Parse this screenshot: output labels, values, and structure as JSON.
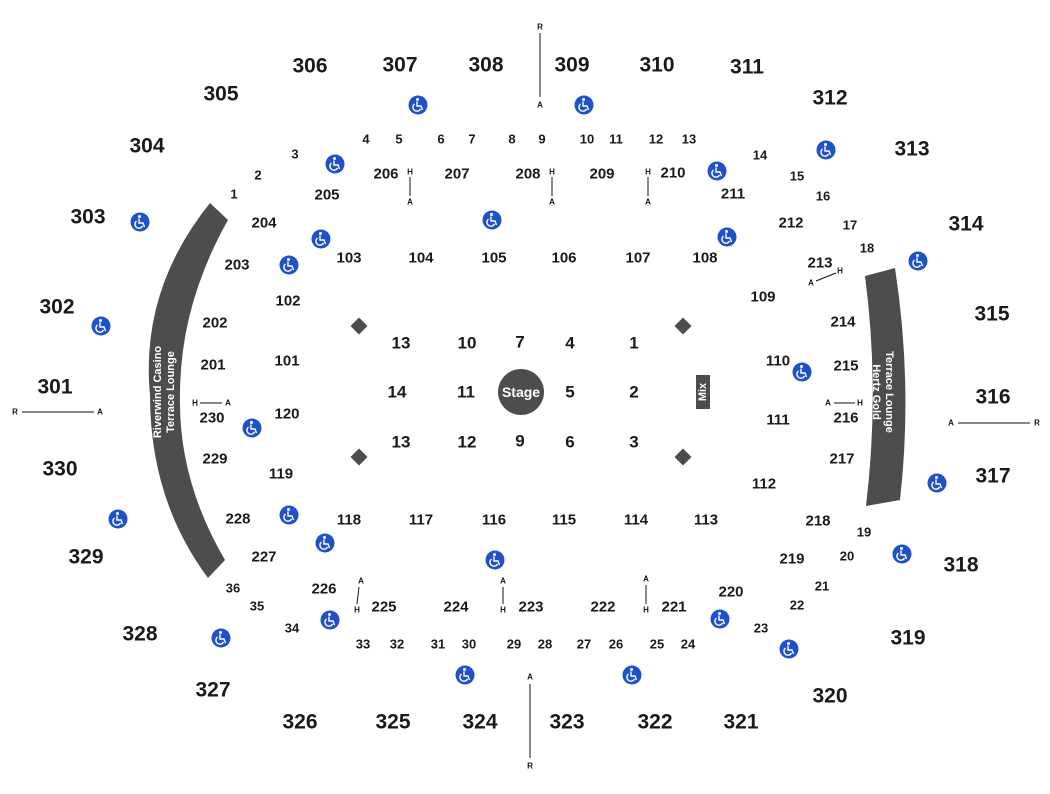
{
  "colors": {
    "shape": "#4d4d4d",
    "accessible": "#1f52c9",
    "text": "#1a1a1a",
    "background": "#ffffff"
  },
  "icon_names": {
    "accessible_seating": "wheelchair-icon"
  },
  "stage_label": "Stage",
  "mix_label": "Mix",
  "lounges": {
    "left": "Riverwind Casino Terrace Lounge",
    "right": "Hertz Gold Terrace Lounge",
    "left_lines": [
      "Riverwind Casino",
      "Terrace Lounge"
    ],
    "right_lines": [
      "Hertz Gold",
      "Terrace Lounge"
    ]
  },
  "aisle_markers": {
    "ramp": "R",
    "access": "A",
    "handicap": "H"
  },
  "sections_300": [
    "301",
    "302",
    "303",
    "304",
    "305",
    "306",
    "307",
    "308",
    "309",
    "310",
    "311",
    "312",
    "313",
    "314",
    "315",
    "316",
    "317",
    "318",
    "319",
    "320",
    "321",
    "322",
    "323",
    "324",
    "325",
    "326",
    "327",
    "328",
    "329",
    "330"
  ],
  "sections_200": [
    "201",
    "202",
    "203",
    "204",
    "205",
    "206",
    "207",
    "208",
    "209",
    "210",
    "211",
    "212",
    "213",
    "214",
    "215",
    "216",
    "217",
    "218",
    "219",
    "220",
    "221",
    "222",
    "223",
    "224",
    "225",
    "226",
    "227",
    "228",
    "229",
    "230"
  ],
  "sections_100": [
    "101",
    "102",
    "103",
    "104",
    "105",
    "106",
    "107",
    "108",
    "109",
    "110",
    "111",
    "112",
    "113",
    "114",
    "115",
    "116",
    "117",
    "118",
    "119",
    "120"
  ],
  "floor_sections": [
    "13",
    "10",
    "7",
    "4",
    "1",
    "14",
    "11",
    "5",
    "2",
    "13",
    "12",
    "9",
    "6",
    "3"
  ],
  "rows_top": [
    "1",
    "2",
    "3",
    "4",
    "5",
    "6",
    "7",
    "8",
    "9",
    "10",
    "11",
    "12",
    "13",
    "14",
    "15",
    "16",
    "17",
    "18"
  ],
  "rows_bottom": [
    "19",
    "20",
    "21",
    "22",
    "23",
    "24",
    "25",
    "26",
    "27",
    "28",
    "29",
    "30",
    "31",
    "32",
    "33",
    "34",
    "35",
    "36"
  ]
}
